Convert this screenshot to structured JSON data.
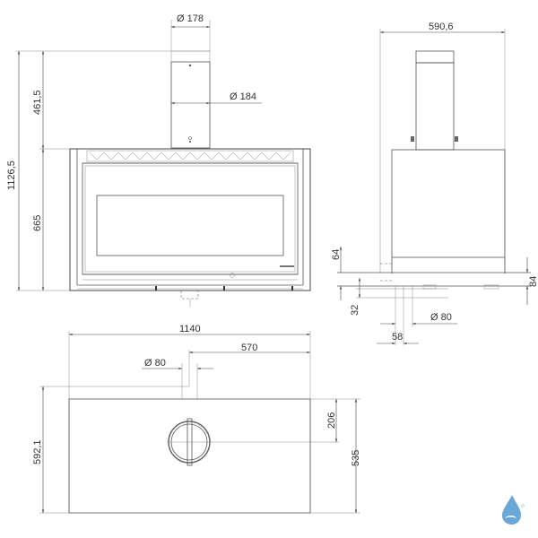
{
  "front_view": {
    "flue_outer_diameter": "Ø 178",
    "flue_inner_diameter": "Ø 184",
    "total_height": "1126,5",
    "flue_height": "461,5",
    "body_height": "665"
  },
  "side_view": {
    "depth": "590,6",
    "base_offset": "64",
    "base_height": "84",
    "air_inlet_height": "32",
    "air_inlet_diameter": "Ø 80",
    "air_inlet_offset": "58"
  },
  "top_view": {
    "width": "1140",
    "half_width": "570",
    "air_inlet_diameter": "Ø 80",
    "overall_depth": "592,1",
    "body_depth": "535",
    "flue_center_offset": "206"
  },
  "logo": {
    "icon": "water-drop-logo-icon",
    "color": "#6aa8d8"
  }
}
